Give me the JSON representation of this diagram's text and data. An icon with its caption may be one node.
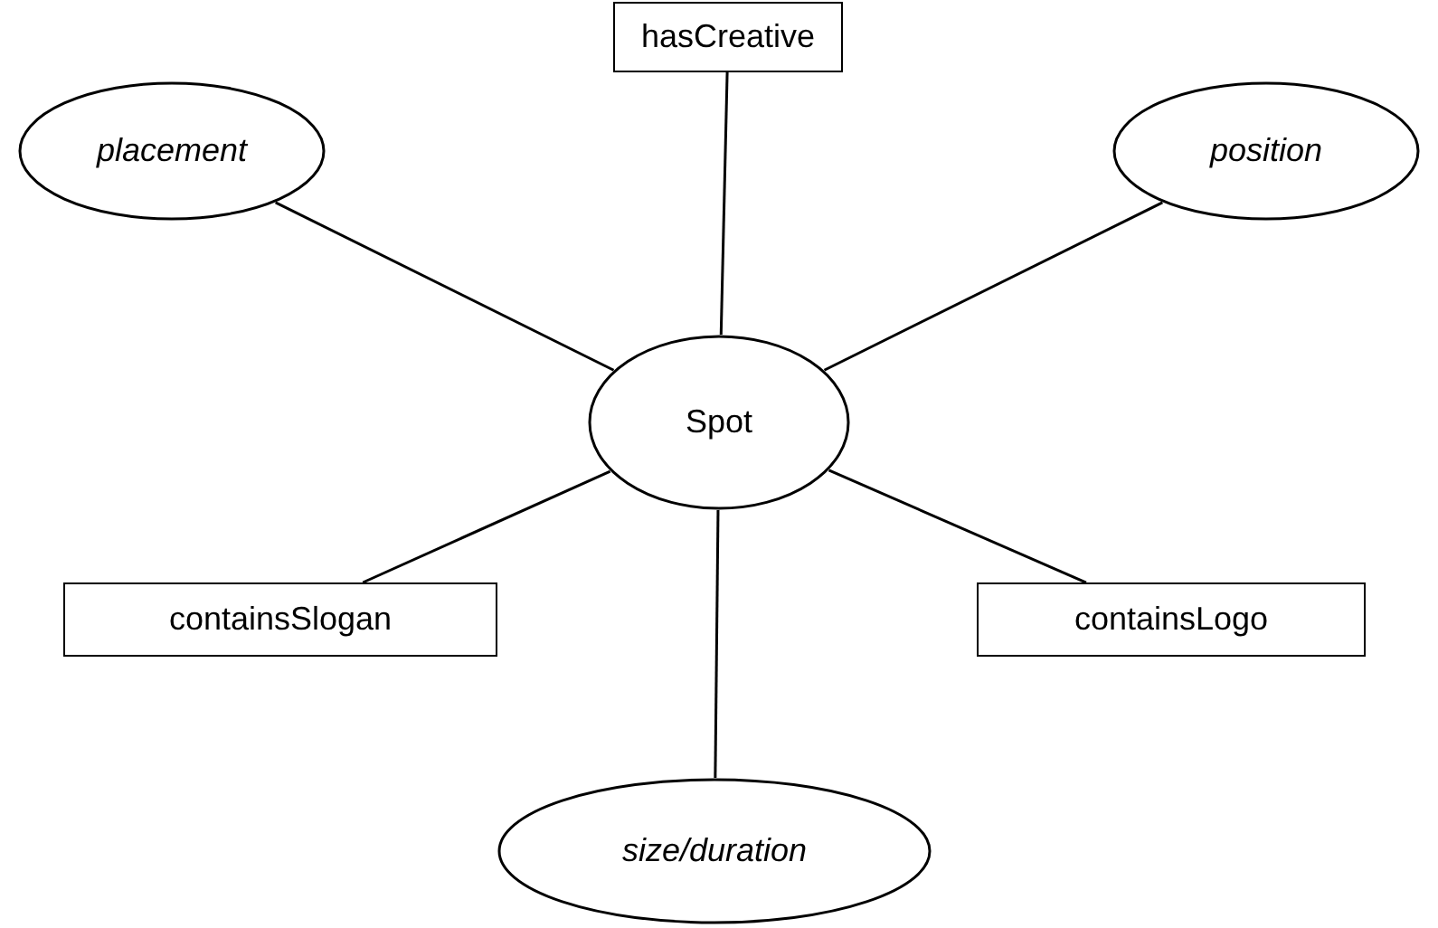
{
  "diagram": {
    "nodes": [
      {
        "text": [
          "hasCreative"
        ]
      },
      {
        "text": [
          "placement"
        ]
      },
      {
        "text": [
          "position"
        ]
      },
      {
        "text": [
          "Spot"
        ]
      },
      {
        "text": [
          "containsSlogan"
        ]
      },
      {
        "text": [
          "containsLogo"
        ]
      },
      {
        "text": [
          "size/duration"
        ]
      }
    ],
    "edges": [
      {
        "from": 3,
        "to": 0,
        "arrow": "none"
      },
      {
        "from": 3,
        "to": 1,
        "arrow": "none"
      },
      {
        "from": 3,
        "to": 2,
        "arrow": "none"
      },
      {
        "from": 3,
        "to": 4,
        "arrow": "none"
      },
      {
        "from": 3,
        "to": 5,
        "arrow": "none"
      },
      {
        "from": 3,
        "to": 6,
        "arrow": "none"
      }
    ]
  }
}
